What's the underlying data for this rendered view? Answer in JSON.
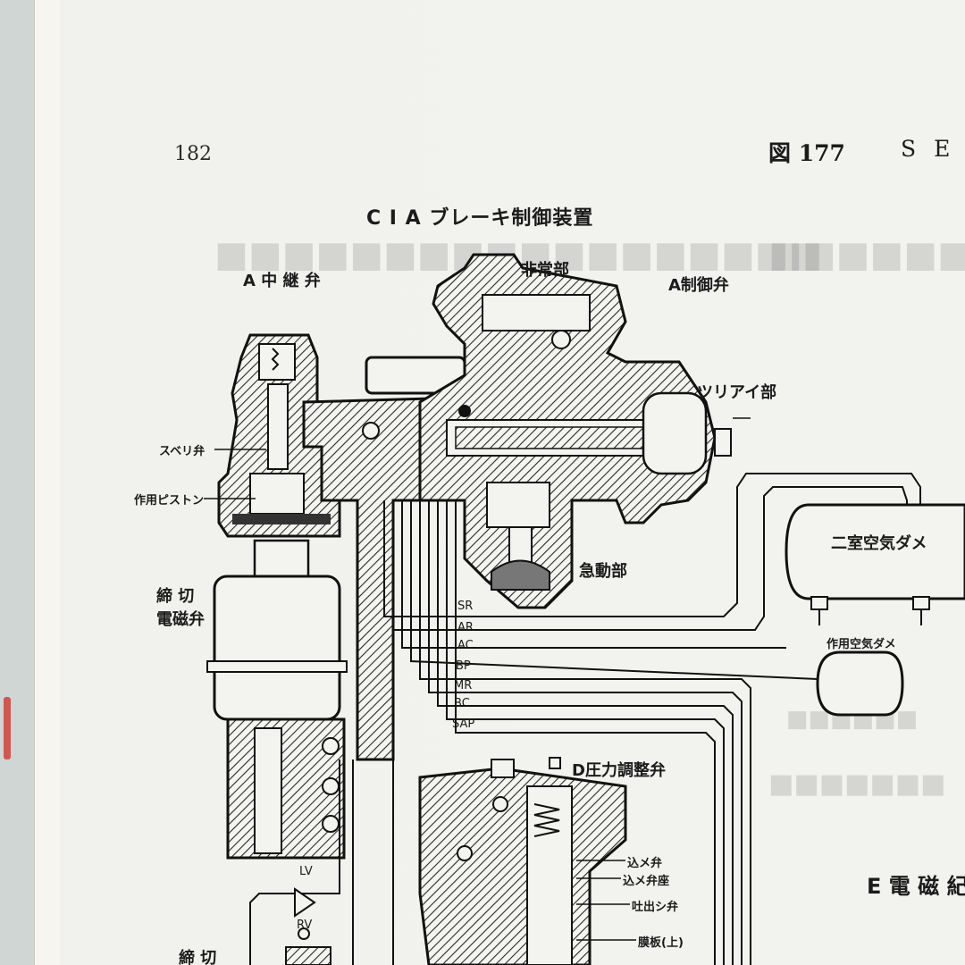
{
  "page": {
    "number": "182",
    "figure_label": "図 177",
    "running_head": "S E"
  },
  "diagram": {
    "title": "C I A ブレーキ制御装置",
    "components": {
      "relay_valve": "A 中 継 弁",
      "emergency": "非常部",
      "control_valve": "A制御弁",
      "balance": "ツリアイ部",
      "slide_valve": "スベリ弁",
      "piston": "作用ピストン",
      "quick_action": "急動部",
      "cutoff_valve": "締 切\n電磁弁",
      "twin_reservoir": "二室空気ダメ",
      "work_reservoir": "作用空気ダメ",
      "d_regulator": "D圧力調整弁",
      "inlet_valve": "込メ弁",
      "inlet_seat": "込メ弁座",
      "exhaust_valve": "吐出シ弁",
      "diaphragm": "膜板(上)",
      "lv": "LV",
      "rv": "RV",
      "cutoff_bottom": "締 切",
      "e_valve": "E 電 磁 紀"
    },
    "pipes": [
      "SR",
      "AR",
      "AC",
      "BP",
      "MR",
      "BC",
      "SAP"
    ]
  }
}
